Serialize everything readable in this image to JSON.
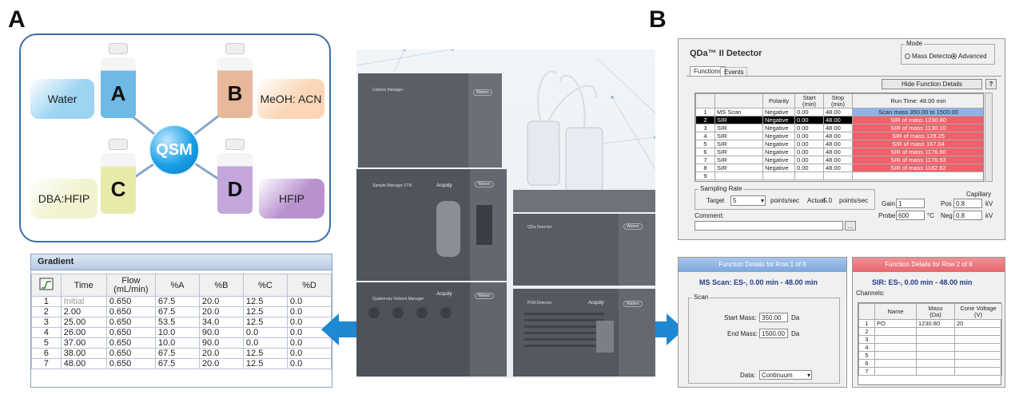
{
  "panels": {
    "a_label": "A",
    "b_label": "B"
  },
  "qsm": {
    "hub_label": "QSM",
    "solvents": [
      {
        "label": "Water",
        "color": "#9dd4f2"
      },
      {
        "label": "MeOH: ACN",
        "color": "#fbd6b6"
      },
      {
        "label": "DBA:HFIP",
        "color": "#f1f3d0"
      },
      {
        "label": "HFIP",
        "color": "#b792cf"
      }
    ],
    "bottles": [
      {
        "letter": "A",
        "color": "#6fb9e6"
      },
      {
        "letter": "B",
        "color": "#e7b89a"
      },
      {
        "letter": "C",
        "color": "#e8eaaa"
      },
      {
        "letter": "D",
        "color": "#c4a7dc"
      }
    ]
  },
  "gradient": {
    "title": "Gradient",
    "columns": [
      "Time",
      "Flow\n(mL/min)",
      "%A",
      "%B",
      "%C",
      "%D"
    ],
    "rows": [
      [
        "1",
        "Initial",
        "0.650",
        "67.5",
        "20.0",
        "12.5",
        "0.0"
      ],
      [
        "2",
        "2.00",
        "0.650",
        "67.5",
        "20.0",
        "12.5",
        "0.0"
      ],
      [
        "3",
        "25.00",
        "0.650",
        "53.5",
        "34.0",
        "12.5",
        "0.0"
      ],
      [
        "4",
        "26.00",
        "0.650",
        "10.0",
        "90.0",
        "0.0",
        "0.0"
      ],
      [
        "5",
        "37.00",
        "0.650",
        "10.0",
        "90.0",
        "0.0",
        "0.0"
      ],
      [
        "6",
        "38.00",
        "0.650",
        "67.5",
        "20.0",
        "12.5",
        "0.0"
      ],
      [
        "7",
        "48.00",
        "0.650",
        "67.5",
        "20.0",
        "12.5",
        "0.0"
      ]
    ]
  },
  "instrument": {
    "module_labels": [
      "Column Manager",
      "Sample Manager FTN",
      "Quaternary Solvent Manager",
      "QDa Detector",
      "PDA Detector"
    ],
    "brand_badge": "Waters",
    "acquity_label": "Acquity"
  },
  "qda": {
    "title": "QDa™ II Detector",
    "mode_label": "Mode",
    "mode_options": [
      "Mass Detector",
      "Advanced"
    ],
    "tabs": [
      "Functions",
      "Events"
    ],
    "hide_button": "Hide Function Details",
    "help_button": "?",
    "columns": [
      "",
      "",
      "Polarity",
      "Start\n(min)",
      "Stop\n(min)",
      "Run Time: 48.00 min"
    ],
    "rows": [
      [
        "1",
        "MS Scan",
        "Negative",
        "0.00",
        "48.00",
        "Scan mass 350.00 to 1500.00"
      ],
      [
        "2",
        "SIR",
        "Negative",
        "0.00",
        "48.00",
        "SIR of mass 1230.80"
      ],
      [
        "3",
        "SIR",
        "Negative",
        "0.00",
        "48.00",
        "SIR of mass 1130.10"
      ],
      [
        "4",
        "SIR",
        "Negative",
        "0.00",
        "48.00",
        "SIR of mass 128.25"
      ],
      [
        "5",
        "SIR",
        "Negative",
        "0.00",
        "48.00",
        "SIR of mass 167.04"
      ],
      [
        "6",
        "SIR",
        "Negative",
        "0.00",
        "48.00",
        "SIR of mass 1176.60"
      ],
      [
        "7",
        "SIR",
        "Negative",
        "0.00",
        "48.00",
        "SIR of mass 1176.93"
      ],
      [
        "8",
        "SIR",
        "Negative",
        "0.00",
        "48.00",
        "SIR of mass 1182.62"
      ],
      [
        "9",
        "",
        "",
        "",
        "",
        ""
      ]
    ],
    "sampling": {
      "group_label": "Sampling Rate",
      "target_label": "Target",
      "target_value": "5",
      "points_unit": "points/sec",
      "actual_label": "Actual",
      "actual_value": "5.0",
      "actual_unit": "points/sec"
    },
    "gain_label": "Gain",
    "gain_value": "1",
    "probe_label": "Probe",
    "probe_value": "600",
    "probe_unit": "°C",
    "capillary_label": "Capillary",
    "pos_label": "Pos",
    "pos_value": "0.8",
    "neg_label": "Neg",
    "neg_value": "0.8",
    "kv_unit": "kV",
    "comment_label": "Comment:",
    "browse_button": "..."
  },
  "fd1": {
    "title": "Function Details for Row 1 of 8",
    "subtitle": "MS Scan: ES-, 0.00 min - 48.00 min",
    "group_label": "Scan",
    "start_label": "Start Mass:",
    "start_value": "350.00",
    "start_unit": "Da",
    "end_label": "End Mass:",
    "end_value": "1500.00",
    "end_unit": "Da",
    "data_label": "Data:",
    "data_value": "Continuum"
  },
  "fd2": {
    "title": "Function Details for Row 2 of 8",
    "subtitle": "SIR: ES-, 0.00 min - 48.00 min",
    "channels_label": "Channels:",
    "columns": [
      "",
      "Name",
      "Mass\n(Da)",
      "Cone Voltage\n(V)"
    ],
    "rows": [
      [
        "1",
        "PO",
        "1230.80",
        "20"
      ],
      [
        "2",
        "",
        "",
        ""
      ],
      [
        "3",
        "",
        "",
        ""
      ],
      [
        "4",
        "",
        "",
        ""
      ],
      [
        "5",
        "",
        "",
        ""
      ],
      [
        "6",
        "",
        "",
        ""
      ],
      [
        "7",
        "",
        "",
        ""
      ]
    ]
  },
  "colors": {
    "arrow": "#1e88d2",
    "sir_row": "#f0606a",
    "scan_row": "#8fb3e8",
    "fd1_bar": "#7ea7dc",
    "fd2_bar": "#e8666e"
  }
}
